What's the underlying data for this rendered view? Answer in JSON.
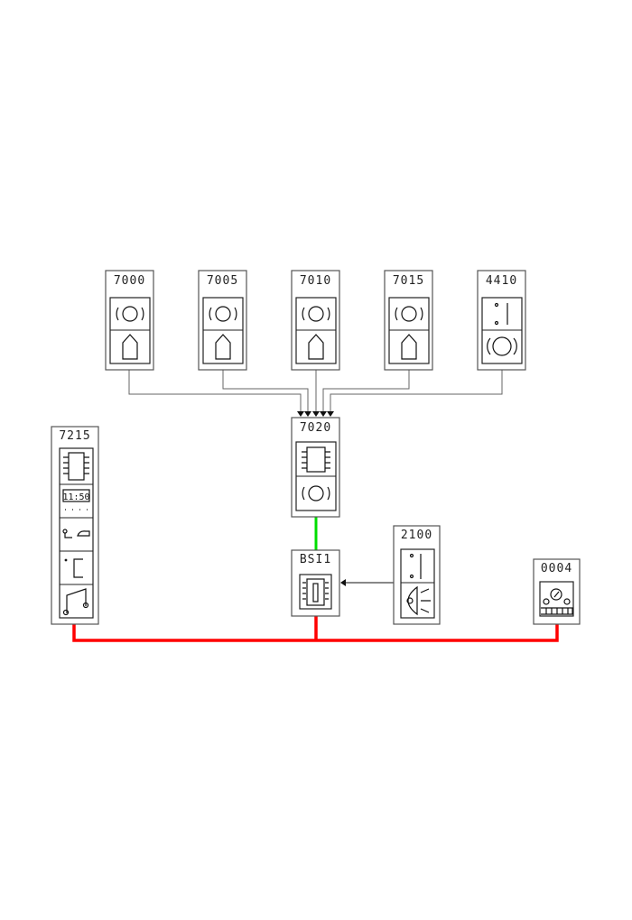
{
  "modules": [
    {
      "id": "7000",
      "icons": [
        "wheel-speed-sensor-icon",
        "tag-icon"
      ]
    },
    {
      "id": "7005",
      "icons": [
        "wheel-speed-sensor-icon",
        "tag-icon"
      ]
    },
    {
      "id": "7010",
      "icons": [
        "wheel-speed-sensor-icon",
        "tag-icon"
      ]
    },
    {
      "id": "7015",
      "icons": [
        "wheel-speed-sensor-icon",
        "tag-icon"
      ]
    },
    {
      "id": "4410",
      "icons": [
        "switch-icon",
        "brake-icon"
      ]
    },
    {
      "id": "7020",
      "icons": [
        "ecu-chip-icon",
        "wheel-speed-sensor-icon"
      ]
    },
    {
      "id": "7215",
      "icons": [
        "ecu-chip-icon",
        "clock-display-icon",
        "key-car-icon",
        "bracket-icon",
        "music-note-icon"
      ]
    },
    {
      "id": "BSI1",
      "icons": [
        "fuse-box-icon"
      ]
    },
    {
      "id": "2100",
      "icons": [
        "switch-icon",
        "headlamp-icon"
      ]
    },
    {
      "id": "0004",
      "icons": [
        "instrument-panel-icon"
      ]
    }
  ],
  "clock_display": "11:50",
  "colors": {
    "can_bus": "#ff0000",
    "link": "#00dd00",
    "wire": "#666666"
  }
}
